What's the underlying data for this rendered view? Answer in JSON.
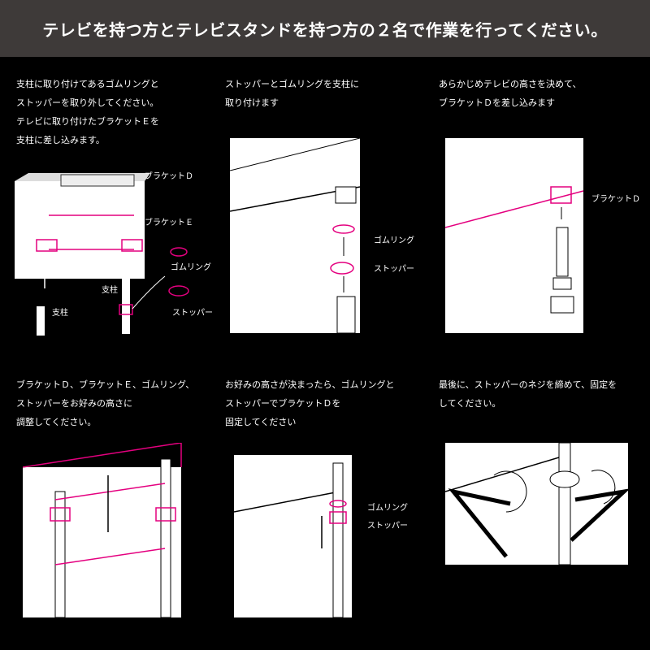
{
  "header": {
    "title": "テレビを持つ方とテレビスタンドを持つ方の２名で作業を行ってください。"
  },
  "colors": {
    "header_bg": "#3e3a39",
    "accent": "#e4007f",
    "background": "#000000",
    "line": "#ffffff"
  },
  "steps": [
    {
      "text": "支柱に取り付けてあるゴムリングと\nストッパーを取り外してください。\nテレビに取り付けたブラケットＥを\n支柱に差し込みます。",
      "labels": {
        "bracket_d": "ブラケットＤ",
        "bracket_e": "ブラケットＥ",
        "rubber_ring": "ゴムリング",
        "pillar_left": "支柱",
        "pillar_right": "支柱",
        "stopper": "ストッパー"
      }
    },
    {
      "text": "ストッパーとゴムリングを支柱に\n取り付けます",
      "labels": {
        "rubber_ring": "ゴムリング",
        "stopper": "ストッパー"
      }
    },
    {
      "text": "あらかじめテレビの高さを決めて、\nブラケットＤを差し込みます",
      "labels": {
        "bracket_d": "ブラケットＤ"
      }
    },
    {
      "text": "ブラケットＤ、ブラケットＥ、ゴムリング、\nストッパーをお好みの高さに\n調整してください。",
      "labels": {}
    },
    {
      "text": "お好みの高さが決まったら、ゴムリングと\nストッパーでブラケットＤを\n固定してください",
      "labels": {
        "rubber_ring": "ゴムリング",
        "stopper": "ストッパー"
      }
    },
    {
      "text": "最後に、ストッパーのネジを締めて、固定を\nしてください。",
      "labels": {}
    }
  ]
}
